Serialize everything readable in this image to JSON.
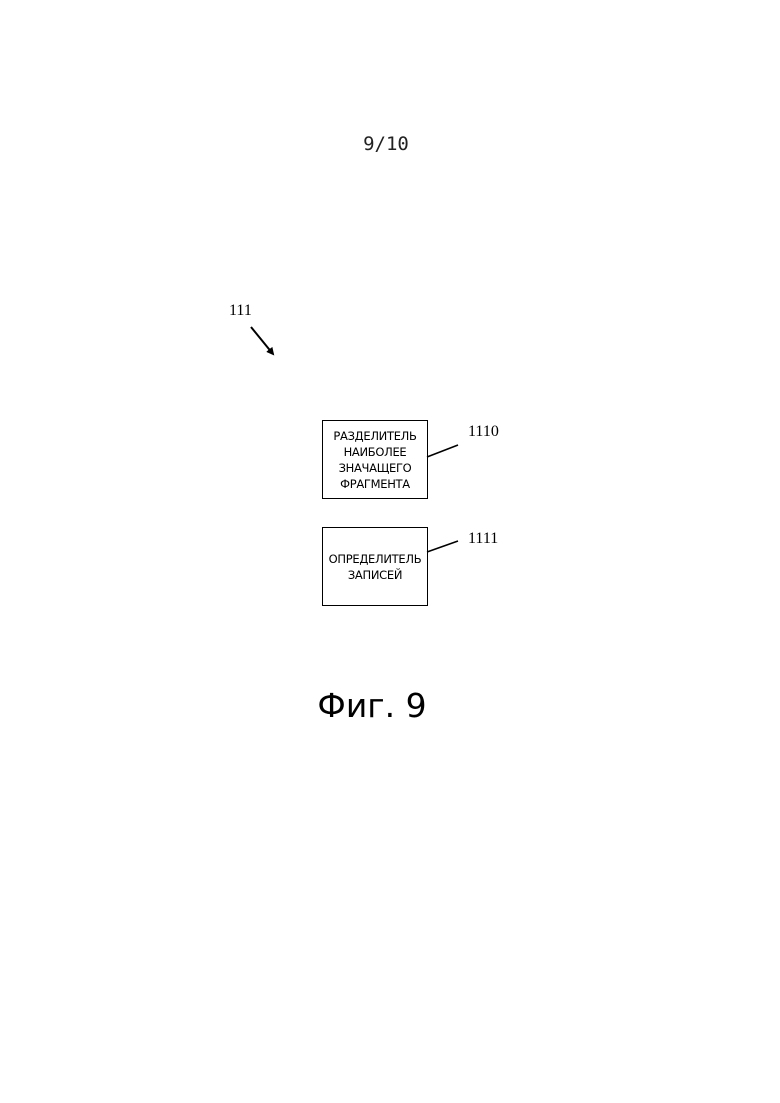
{
  "page_number": "9/10",
  "diagram": {
    "group_ref": "111",
    "blocks": [
      {
        "ref": "1110",
        "label": "РАЗДЕЛИТЕЛЬ\nНАИБОЛЕЕ\nЗНАЧАЩЕГО\nФРАГМЕНТА"
      },
      {
        "ref": "1111",
        "label": "ОПРЕДЕЛИТЕЛЬ\nЗАПИСЕЙ"
      }
    ]
  },
  "caption": "Фиг. 9"
}
